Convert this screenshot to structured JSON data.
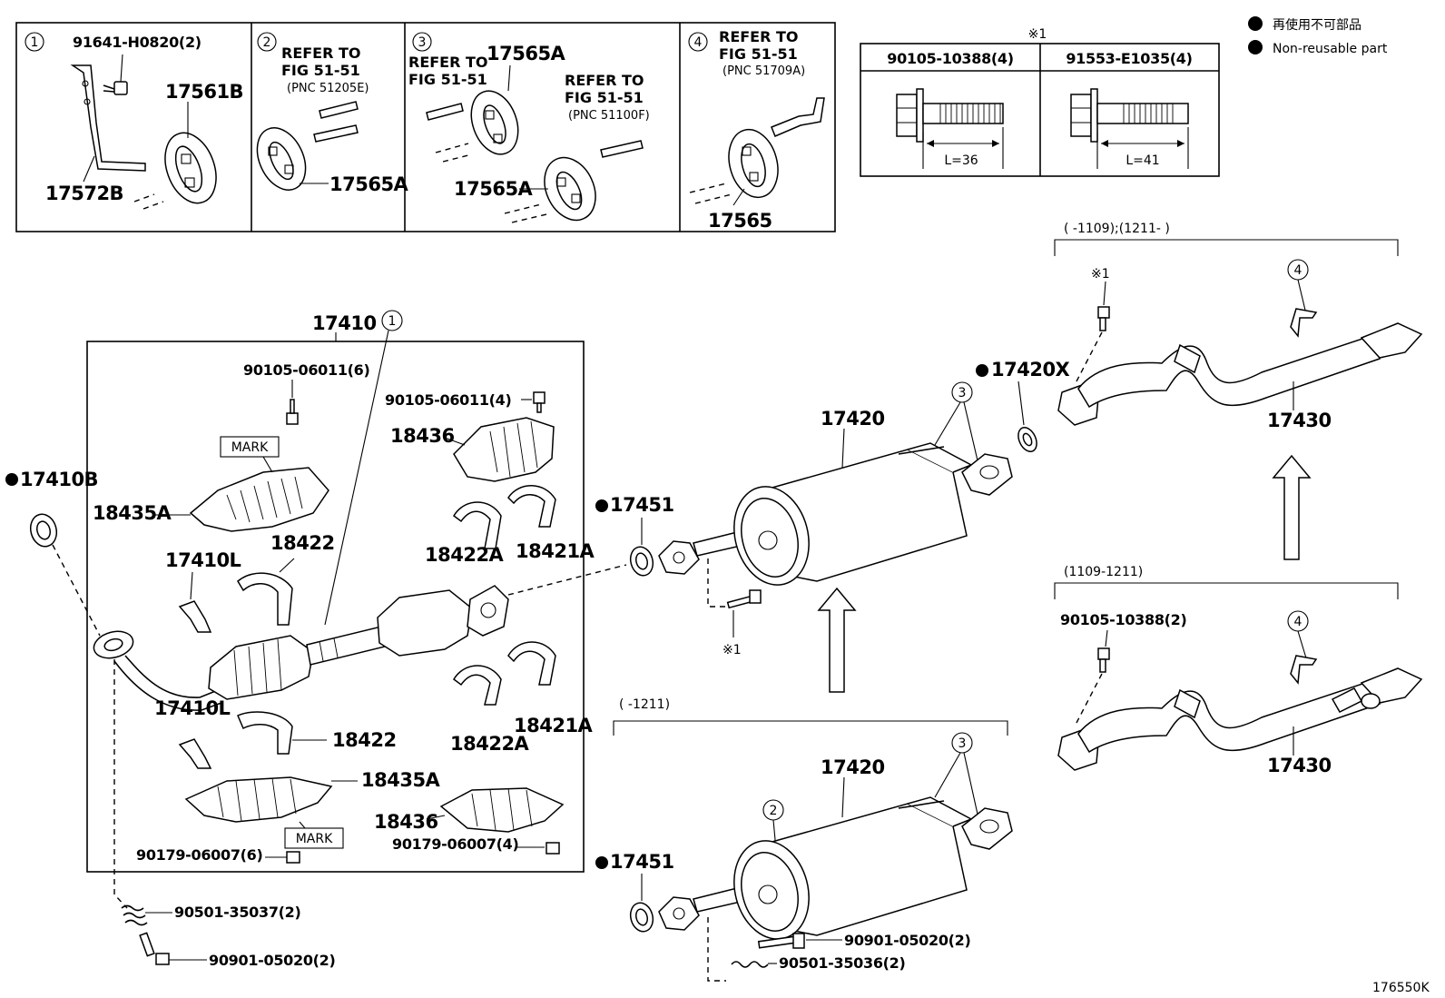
{
  "legend": {
    "jp_label": "再使用不可部品",
    "en_label": "Non-reusable part"
  },
  "diagram_id": "176550K",
  "boxes": {
    "box1": {
      "number": "1",
      "parts": [
        "91641-H0820(2)",
        "17561B",
        "17572B"
      ]
    },
    "box2": {
      "number": "2",
      "refer": [
        "REFER TO",
        "FIG 51-51",
        "(PNC 51205E)"
      ],
      "parts": [
        "17565A"
      ]
    },
    "box3": {
      "number": "3",
      "refer_left": [
        "REFER TO",
        "FIG 51-51"
      ],
      "refer_right": [
        "REFER TO",
        "FIG 51-51",
        "(PNC 51100F)"
      ],
      "parts": [
        "17565A",
        "17565A"
      ]
    },
    "box4": {
      "number": "4",
      "refer": [
        "REFER TO",
        "FIG 51-51",
        "(PNC 51709A)"
      ],
      "parts": [
        "17565"
      ]
    }
  },
  "bolt_table": {
    "mark": "※1",
    "columns": [
      {
        "part": "90105-10388(4)",
        "length": "L=36"
      },
      {
        "part": "91553-E1035(4)",
        "length": "L=41"
      }
    ]
  },
  "front_assembly": {
    "title": "17410",
    "callout": "1",
    "labels": {
      "bolt_top": "90105-06011(6)",
      "bolt_right": "90105-06011(4)",
      "mark1": "MARK",
      "mark2": "MARK",
      "insulator_a_top": "18435A",
      "insulator_top": "18436",
      "bracket_l_top": "17410L",
      "clamp_top": "18422",
      "clamp_a_top": "18422A",
      "clamp_21_top": "18421A",
      "bracket_l_bottom": "17410L",
      "clamp_bottom": "18422",
      "clamp_a_bottom": "18422A",
      "clamp_21_bottom": "18421A",
      "insulator_a_bottom": "18435A",
      "insulator_bottom": "18436",
      "nut_left": "90179-06007(6)",
      "nut_right": "90179-06007(4)"
    }
  },
  "gasket_front": "17410B",
  "spring_front": "90501-35037(2)",
  "bolt_front": "90901-05020(2)",
  "center_upper": {
    "gasket": "17451",
    "muffler": "17420",
    "callout": "3",
    "bolt_mark": "※1"
  },
  "center_lower": {
    "range": "(      -1211)",
    "gasket": "17451",
    "muffler": "17420",
    "callout2": "2",
    "callout3": "3",
    "bolt": "90901-05020(2)",
    "spring": "90501-35036(2)"
  },
  "tail_upper": {
    "range": "(      -1109);(1211-      )",
    "gasket": "17420X",
    "pipe": "17430",
    "callout": "4",
    "bolt_mark": "※1"
  },
  "tail_lower": {
    "range": "(1109-1211)",
    "bolt": "90105-10388(2)",
    "pipe": "17430",
    "callout": "4"
  }
}
